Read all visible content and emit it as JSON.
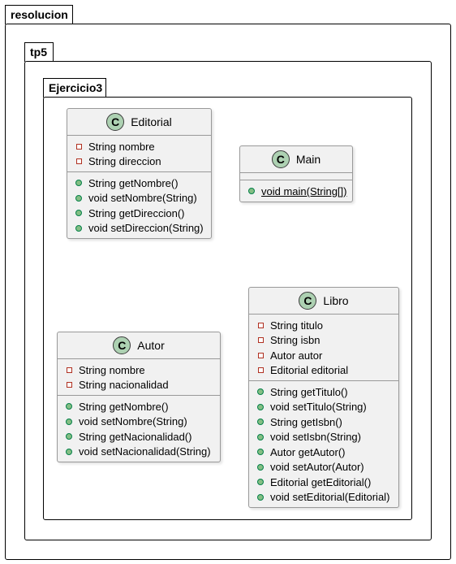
{
  "packages": {
    "outer": {
      "name": "resolucion"
    },
    "middle": {
      "name": "tp5"
    },
    "inner": {
      "name": "Ejercicio3"
    }
  },
  "classes": {
    "editorial": {
      "badge": "C",
      "name": "Editorial",
      "fields": [
        "String nombre",
        "String direccion"
      ],
      "methods": [
        "String getNombre()",
        "void setNombre(String)",
        "String getDireccion()",
        "void setDireccion(String)"
      ]
    },
    "main": {
      "badge": "C",
      "name": "Main",
      "methods": [
        "void main(String[])"
      ]
    },
    "autor": {
      "badge": "C",
      "name": "Autor",
      "fields": [
        "String nombre",
        "String nacionalidad"
      ],
      "methods": [
        "String getNombre()",
        "void setNombre(String)",
        "String getNacionalidad()",
        "void setNacionalidad(String)"
      ]
    },
    "libro": {
      "badge": "C",
      "name": "Libro",
      "fields": [
        "String titulo",
        "String isbn",
        "Autor autor",
        "Editorial editorial"
      ],
      "methods": [
        "String getTitulo()",
        "void setTitulo(String)",
        "String getIsbn()",
        "void setIsbn(String)",
        "Autor getAutor()",
        "void setAutor(Autor)",
        "Editorial getEditorial()",
        "void setEditorial(Editorial)"
      ]
    }
  },
  "colors": {
    "class_fill": "#f1f1f1",
    "class_badge": "#add1b2",
    "private_icon": "#b03020",
    "public_icon": "#84be84"
  },
  "icons": {
    "private": "private-square-icon",
    "public": "public-circle-icon"
  }
}
